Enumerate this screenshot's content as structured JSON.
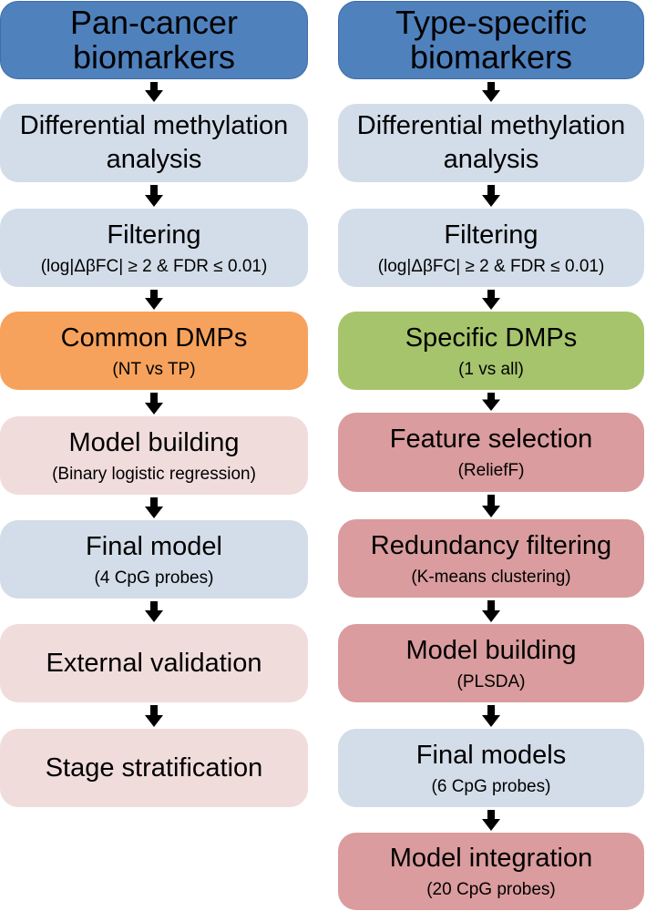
{
  "colors": {
    "header": "#4F81BD",
    "light_blue": "#D3DDE9",
    "orange": "#F7A25C",
    "green": "#A6C46C",
    "light_pink": "#F1DCDC",
    "dark_pink": "#DA9C9E",
    "arrow": "#000000"
  },
  "left_column": {
    "steps": [
      {
        "main": "Pan-cancer biomarkers",
        "main_lines": [
          "Pan-cancer",
          "biomarkers"
        ],
        "sub": "",
        "color": "header"
      },
      {
        "main": "Differential methylation analysis",
        "main_lines": [
          "Differential methylation",
          "analysis"
        ],
        "sub": "",
        "color": "light_blue"
      },
      {
        "main": "Filtering",
        "main_lines": [
          "Filtering"
        ],
        "sub": "(log|ΔβFC| ≥ 2 & FDR ≤ 0.01)",
        "color": "light_blue"
      },
      {
        "main": "Common DMPs",
        "main_lines": [
          "Common DMPs"
        ],
        "sub": "(NT vs TP)",
        "color": "orange"
      },
      {
        "main": "Model building",
        "main_lines": [
          "Model building"
        ],
        "sub": "(Binary logistic regression)",
        "color": "light_pink"
      },
      {
        "main": "Final model",
        "main_lines": [
          "Final model"
        ],
        "sub": "(4 CpG probes)",
        "color": "light_blue"
      },
      {
        "main": "External validation",
        "main_lines": [
          "External validation"
        ],
        "sub": "",
        "color": "light_pink"
      },
      {
        "main": "Stage stratification",
        "main_lines": [
          "Stage stratification"
        ],
        "sub": "",
        "color": "light_pink"
      }
    ]
  },
  "right_column": {
    "steps": [
      {
        "main": "Type-specific biomarkers",
        "main_lines": [
          "Type-specific",
          "biomarkers"
        ],
        "sub": "",
        "color": "header"
      },
      {
        "main": "Differential methylation analysis",
        "main_lines": [
          "Differential methylation",
          "analysis"
        ],
        "sub": "",
        "color": "light_blue"
      },
      {
        "main": "Filtering",
        "main_lines": [
          "Filtering"
        ],
        "sub": "(log|ΔβFC| ≥ 2 & FDR ≤ 0.01)",
        "color": "light_blue"
      },
      {
        "main": "Specific DMPs",
        "main_lines": [
          "Specific DMPs"
        ],
        "sub": "(1 vs all)",
        "color": "green"
      },
      {
        "main": "Feature selection",
        "main_lines": [
          "Feature selection"
        ],
        "sub": "(ReliefF)",
        "color": "dark_pink"
      },
      {
        "main": "Redundancy filtering",
        "main_lines": [
          "Redundancy filtering"
        ],
        "sub": "(K-means clustering)",
        "color": "dark_pink"
      },
      {
        "main": "Model building",
        "main_lines": [
          "Model building"
        ],
        "sub": "(PLSDA)",
        "color": "dark_pink"
      },
      {
        "main": "Final models",
        "main_lines": [
          "Final models"
        ],
        "sub": "(6 CpG probes)",
        "color": "light_blue"
      },
      {
        "main": "Model integration",
        "main_lines": [
          "Model integration"
        ],
        "sub": "(20 CpG probes)",
        "color": "dark_pink"
      }
    ]
  }
}
